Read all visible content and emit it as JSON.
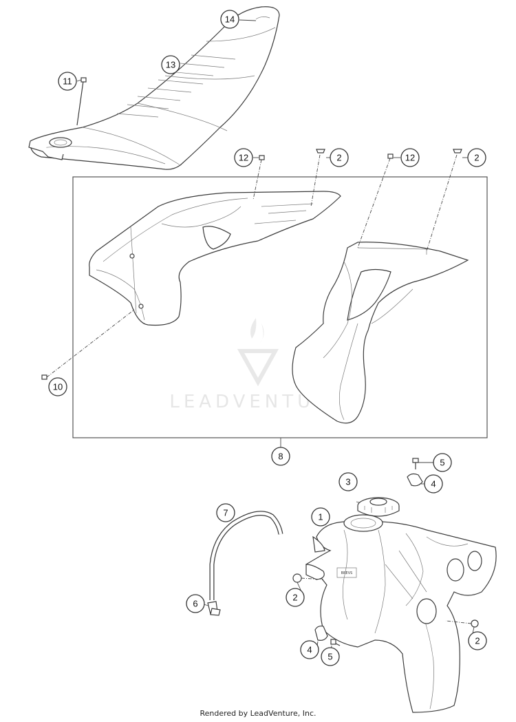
{
  "diagram": {
    "callouts": {
      "seat_cover_mark": "14",
      "seat": "13",
      "seat_screw": "11",
      "spoiler_screw_left": "12",
      "spoiler_rivet_left": "2",
      "spoiler_screw_right": "12",
      "spoiler_rivet_right": "2",
      "spoiler_bolt": "10",
      "spoiler_set": "8",
      "screw_top": "5",
      "bushing_top": "4",
      "fuel_cap": "3",
      "fuel_hose": "7",
      "fuel_tank": "1",
      "clamp": "6",
      "tank_rivet_left": "2",
      "bushing_bottom": "4",
      "screw_bottom": "5",
      "tank_rivet_right": "2"
    },
    "watermark": "LEADVENTURE",
    "tank_badge": "BREVS"
  },
  "footer": {
    "credit": "Rendered by LeadVenture, Inc."
  }
}
